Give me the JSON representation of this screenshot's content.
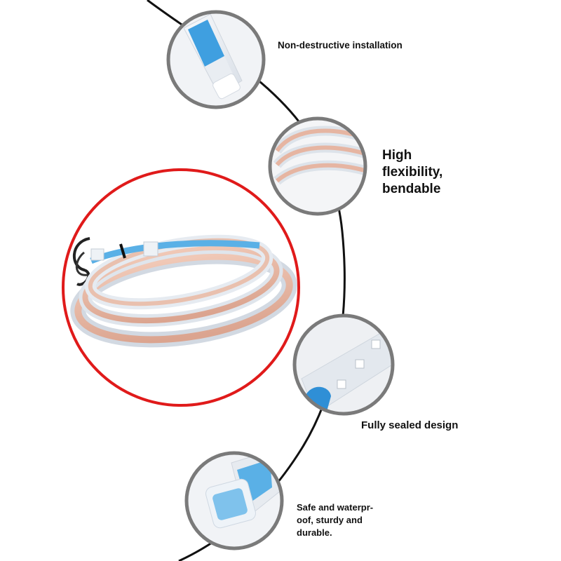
{
  "features": [
    {
      "id": "installation",
      "lines": [
        "Non-destructive installation"
      ]
    },
    {
      "id": "flexibility",
      "lines": [
        "High",
        "flexibility,",
        "bendable"
      ]
    },
    {
      "id": "sealed",
      "lines": [
        "Fully sealed design"
      ]
    },
    {
      "id": "waterproof",
      "lines": [
        "Safe and waterpr-",
        "oof, sturdy and",
        "durable."
      ]
    }
  ],
  "colors": {
    "highlight_ring": "#e01a1a",
    "feature_ring": "#7a7a7a",
    "connector_arc": "#111111",
    "strip_tape": "#5ab0e6",
    "strip_copper": "#e8b9a6"
  },
  "icons": [
    "led-strip-coil-image",
    "adhesive-tape-end-image",
    "strip-layers-image",
    "sealed-led-chip-image",
    "end-cap-image"
  ]
}
